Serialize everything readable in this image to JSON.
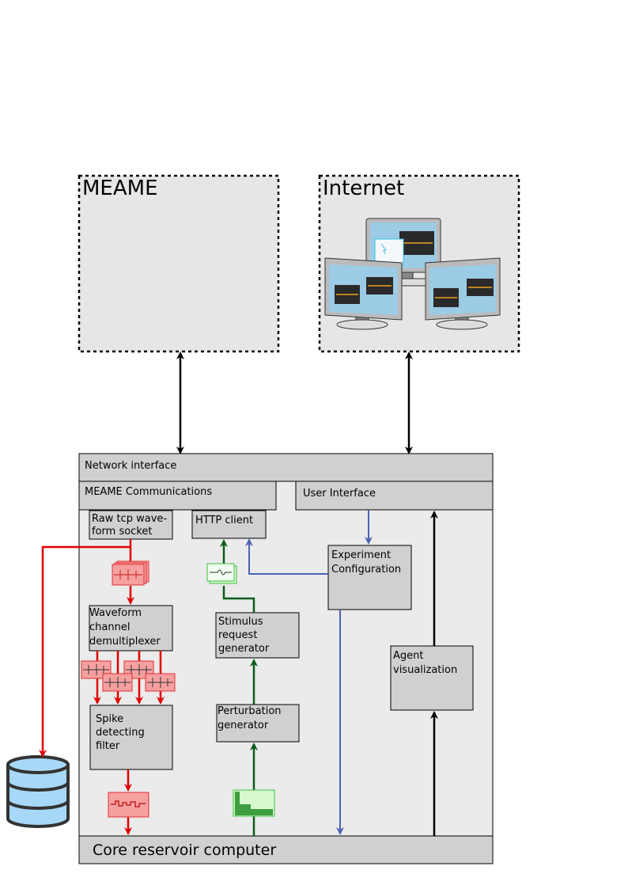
{
  "external": {
    "meame_title": "MEAME",
    "internet_title": "Internet"
  },
  "system": {
    "network_interface": "Network interface",
    "meame_comms": "MEAME Communications",
    "user_interface": "User Interface",
    "raw_tcp": [
      "Raw tcp wave-",
      "form socket"
    ],
    "http_client": "HTTP client",
    "experiment_config": [
      "Experiment",
      "Configuration"
    ],
    "stimulus": [
      "Stimulus",
      "request",
      "generator"
    ],
    "waveform_demux": [
      "Waveform",
      "channel",
      "demultiplexer"
    ],
    "spike_filter": [
      "Spike",
      "detecting",
      "filter"
    ],
    "perturbation": [
      "Perturbation",
      "generator"
    ],
    "agent_vis": [
      "Agent",
      "visualization"
    ],
    "core": "Core reservoir computer"
  },
  "colors": {
    "data_flow": "#e00000",
    "stimulus_flow": "#0b5c1a",
    "config_flow": "#4a63b3",
    "control_flow": "#000000",
    "box_fill": "#d0d0d0",
    "panel_fill": "#ebebeb",
    "db_fill": "#a8d8f8"
  },
  "icons": [
    "database-icon",
    "monitors-icon",
    "waveform-bundle-icon",
    "waveform-icon",
    "spike-train-icon",
    "stimulus-waveform-icon",
    "histogram-icon"
  ]
}
